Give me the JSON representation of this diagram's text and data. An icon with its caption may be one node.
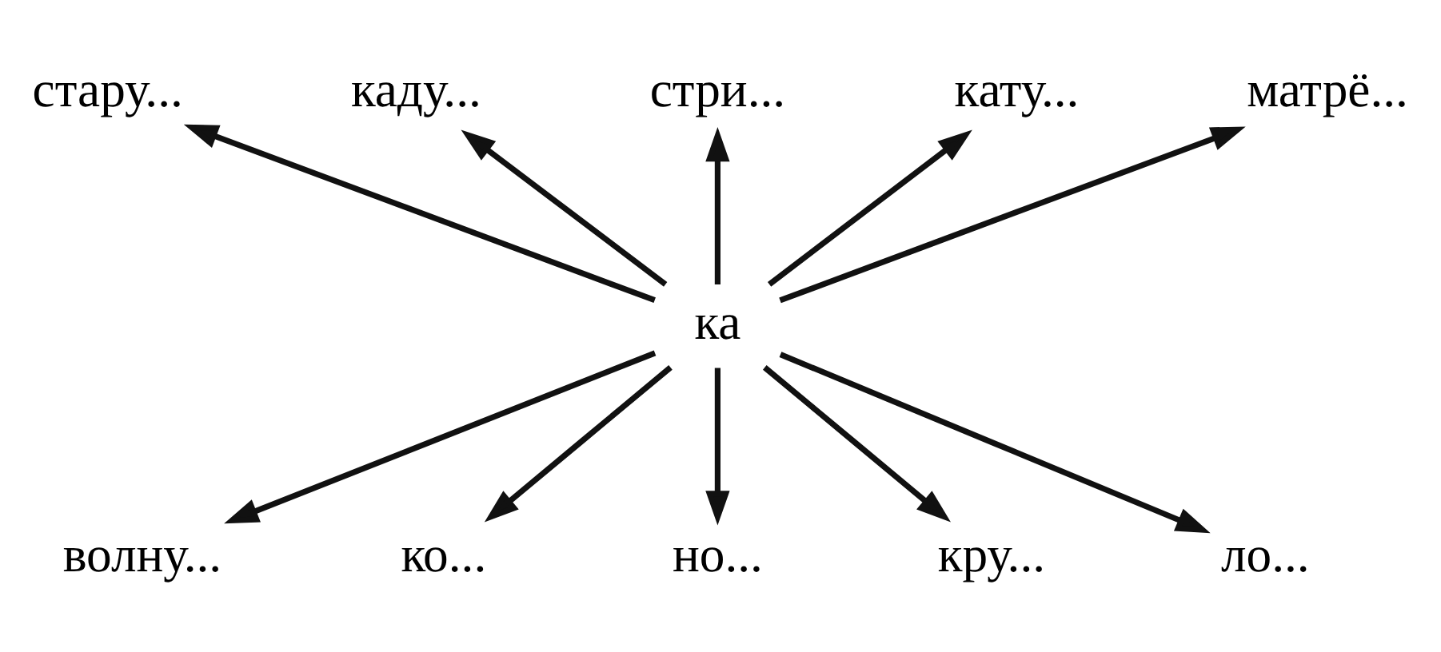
{
  "diagram": {
    "nodes": [
      {
        "text": [
          "стару..."
        ]
      },
      {
        "text": [
          "каду..."
        ]
      },
      {
        "text": [
          "стри..."
        ]
      },
      {
        "text": [
          "кату..."
        ]
      },
      {
        "text": [
          "матрё..."
        ]
      },
      {
        "text": [
          "ка"
        ]
      },
      {
        "text": [
          "волну..."
        ]
      },
      {
        "text": [
          "ко..."
        ]
      },
      {
        "text": [
          "но..."
        ]
      },
      {
        "text": [
          "кру..."
        ]
      },
      {
        "text": [
          "ло..."
        ]
      }
    ],
    "edges": [
      {
        "from": 5,
        "to": 0,
        "arrow": "to"
      },
      {
        "from": 5,
        "to": 1,
        "arrow": "to"
      },
      {
        "from": 5,
        "to": 2,
        "arrow": "to"
      },
      {
        "from": 5,
        "to": 3,
        "arrow": "to"
      },
      {
        "from": 5,
        "to": 4,
        "arrow": "to"
      },
      {
        "from": 5,
        "to": 6,
        "arrow": "to"
      },
      {
        "from": 5,
        "to": 7,
        "arrow": "to"
      },
      {
        "from": 5,
        "to": 8,
        "arrow": "to"
      },
      {
        "from": 5,
        "to": 9,
        "arrow": "to"
      },
      {
        "from": 5,
        "to": 10,
        "arrow": "to"
      }
    ]
  }
}
